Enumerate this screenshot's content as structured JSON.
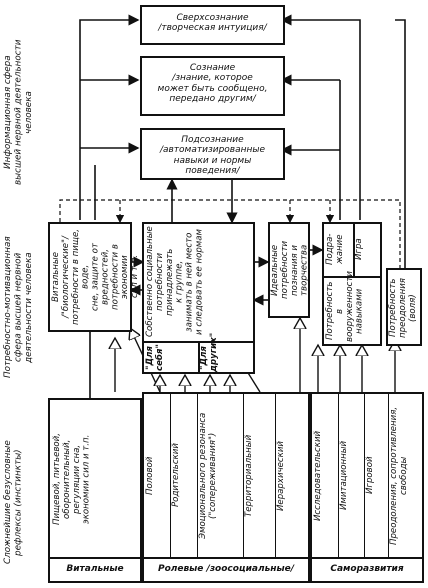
{
  "side_labels": {
    "top": "Информационная сфера\nвысшей нервной деятельности\nчеловека",
    "middle": "Потребностно-мотивационная\nсфера высшей нервной\nдеятельности человека",
    "bottom": "Сложнейшие безусловные\nрефлексы (инстинкты)"
  },
  "consciousness": {
    "superconscious": "Сверхсознание\n/творческая интуиция/",
    "conscious": "Сознание\n/знание, которое\nможет быть сообщено,\nпередано другим/",
    "subconscious": "Подсознание\n/автоматизированные\nнавыки и нормы\nповедения/"
  },
  "needs": {
    "vital": "Витальные /\"биологические\"/\nпотребности в пище, воде,\nсне, защите от вредностей,\nпотребности в экономии\nсил и т.п.",
    "social": "Собственно социальные\nпотребности\nпринадлежать\nк группе,\nзанимать в ней место\nи следовать ее нормам",
    "for_self": "\"Для\nсебя\"",
    "for_others": "\"Для\nдругих\"",
    "ideal": "Идеальные\nпотребности\nпознания и\nтворчества",
    "imitation": "Подра-\nжание",
    "play": "Игра",
    "armament": "Потребность в\nвооруженности\nнавыками",
    "overcoming": "Потребность\nпреодоления (воля)"
  },
  "instincts": {
    "vital_items": "Пищевой, питьевой,\nоборонительный,\nрегуляции сна,\nэкономии сил и т.п.",
    "role_items": [
      "Половой",
      "Родительский",
      "Эмоционального резонанса (\"сопереживания\")",
      "Территориальный",
      "Иерархический"
    ],
    "self_items": [
      "Исследовательский",
      "Имитационный",
      "Игровой",
      "Преодоления, сопротивления, свободы"
    ]
  },
  "groups": {
    "vital": "Витальные",
    "role": "Ролевые /зоосоциальные/",
    "self_development": "Саморазвития"
  }
}
